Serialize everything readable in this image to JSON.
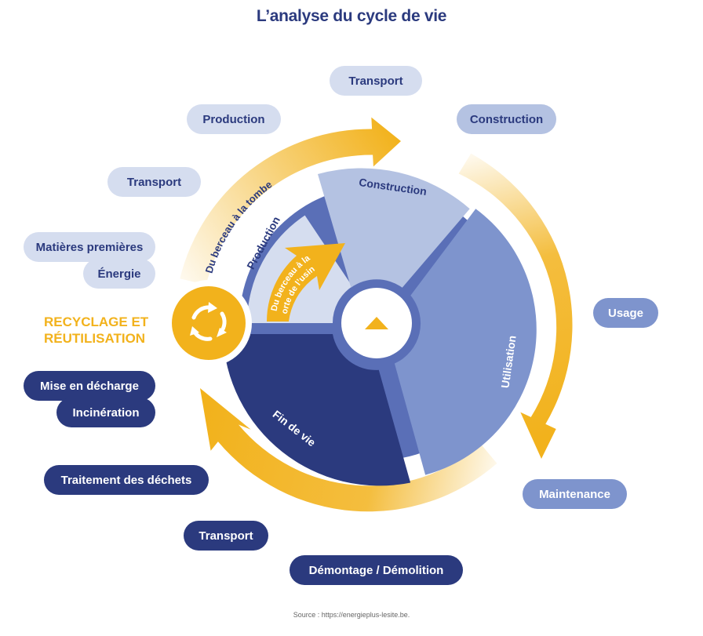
{
  "title": "L’analyse du cycle de vie",
  "source": "Source : https://energieplus-lesite.be.",
  "recycle_label_line1": "RECYCLAGE ET",
  "recycle_label_line2": "RÉUTILISATION",
  "wheel": {
    "construction": "Construction",
    "production": "Production",
    "utilisation": "Utilisation",
    "fin_de_vie": "Fin de vie",
    "cradle_to_grave": "Du berceau à la tombe",
    "cradle_to_gate_line1": "Du berceau à la",
    "cradle_to_gate_line2": "porte de l’usine"
  },
  "pills": {
    "transport_top": "Transport",
    "production": "Production",
    "construction": "Construction",
    "transport_left": "Transport",
    "matieres": "Matières premières",
    "energie": "Énergie",
    "usage": "Usage",
    "maintenance": "Maintenance",
    "mise_en_decharge": "Mise en décharge",
    "incineration": "Incinération",
    "traitement": "Traitement des déchets",
    "transport_bottom": "Transport",
    "demontage": "Démontage / Démolition"
  },
  "colors": {
    "yellow": "#f2b21c",
    "dark_blue": "#2b3a7e",
    "mid_blue": "#7e94cd",
    "light_blue": "#b4c2e2",
    "pale_blue": "#d5ddef",
    "ring_blue": "#5a6fb7"
  }
}
